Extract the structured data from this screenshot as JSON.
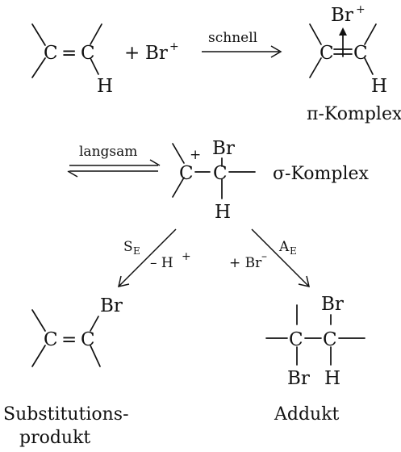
{
  "atoms": {
    "C": "C",
    "H": "H",
    "Br": "Br",
    "plus": "+",
    "eq": "="
  },
  "reagents": {
    "br_cation": "Br",
    "br_cation_sup": "+",
    "plus_sign": "+"
  },
  "arrows": {
    "fast": "schnell",
    "slow": "langsam",
    "se_main": "S",
    "se_sub": "E",
    "ae_main": "A",
    "ae_sub": "E",
    "minus_h_pre": "– H",
    "minus_h_sup": "+",
    "plus_br_pre": "+ Br",
    "plus_br_sup": "–"
  },
  "labels": {
    "pi_complex": "π-Komplex",
    "sigma_complex": "σ-Komplex",
    "substitution_line1": "Substitutions-",
    "substitution_line2": "produkt",
    "adduct": "Addukt"
  },
  "colors": {
    "ink": "#111111",
    "background": "#ffffff"
  }
}
